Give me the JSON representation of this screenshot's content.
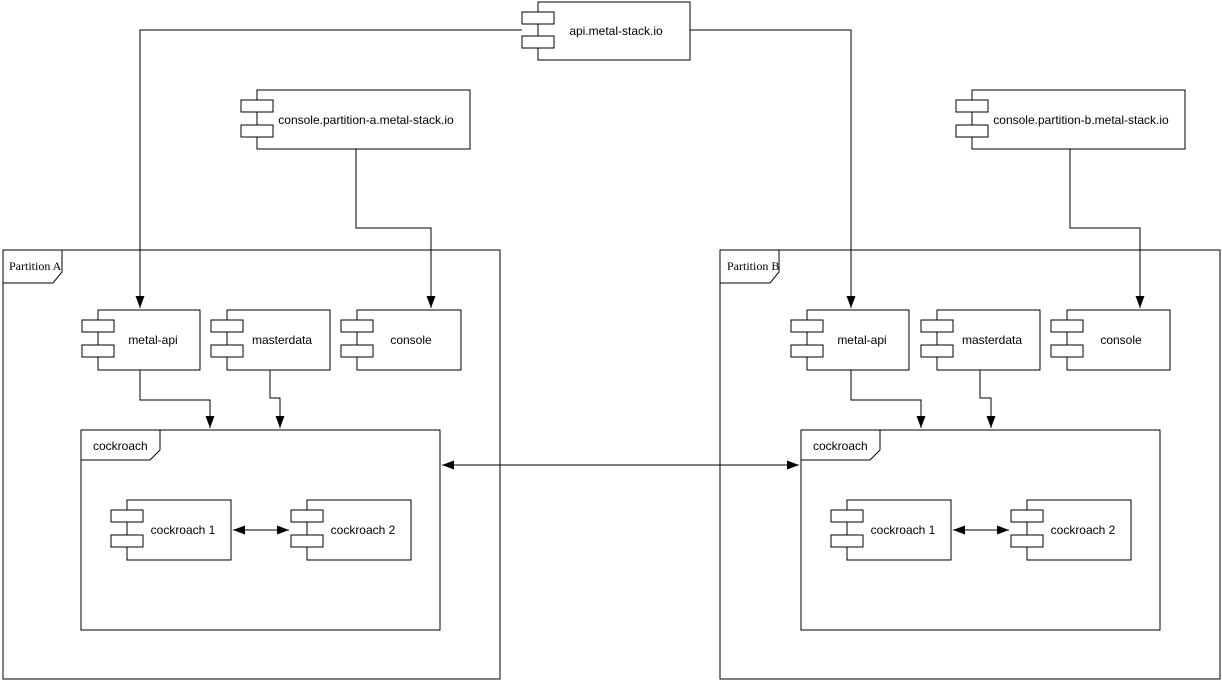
{
  "colors": {
    "background": "#ffffff",
    "stroke": "#000000",
    "text": "#000000"
  },
  "external_components": {
    "api": {
      "label": "api.metal-stack.io"
    },
    "console_partition_a": {
      "label": "console.partition-a.metal-stack.io"
    },
    "console_partition_b": {
      "label": "console.partition-b.metal-stack.io"
    }
  },
  "partitions": [
    {
      "label": "Partition A",
      "components": {
        "metal_api": {
          "label": "metal-api"
        },
        "masterdata": {
          "label": "masterdata"
        },
        "console": {
          "label": "console"
        }
      },
      "cockroach_group": {
        "label": "cockroach",
        "components": {
          "cockroach1": {
            "label": "cockroach 1"
          },
          "cockroach2": {
            "label": "cockroach 2"
          }
        }
      }
    },
    {
      "label": "Partition B",
      "components": {
        "metal_api": {
          "label": "metal-api"
        },
        "masterdata": {
          "label": "masterdata"
        },
        "console": {
          "label": "console"
        }
      },
      "cockroach_group": {
        "label": "cockroach",
        "components": {
          "cockroach1": {
            "label": "cockroach 1"
          },
          "cockroach2": {
            "label": "cockroach 2"
          }
        }
      }
    }
  ],
  "edges": [
    {
      "from": "api.metal-stack.io",
      "to": "Partition A metal-api",
      "type": "arrow"
    },
    {
      "from": "api.metal-stack.io",
      "to": "Partition B metal-api",
      "type": "arrow"
    },
    {
      "from": "console.partition-a.metal-stack.io",
      "to": "Partition A console",
      "type": "arrow"
    },
    {
      "from": "console.partition-b.metal-stack.io",
      "to": "Partition B console",
      "type": "arrow"
    },
    {
      "from": "Partition A metal-api",
      "to": "Partition A cockroach",
      "type": "arrow"
    },
    {
      "from": "Partition A masterdata",
      "to": "Partition A cockroach",
      "type": "arrow"
    },
    {
      "from": "Partition B metal-api",
      "to": "Partition B cockroach",
      "type": "arrow"
    },
    {
      "from": "Partition B masterdata",
      "to": "Partition B cockroach",
      "type": "arrow"
    },
    {
      "from": "Partition A cockroach",
      "to": "Partition B cockroach",
      "type": "double-arrow"
    },
    {
      "from": "Partition A cockroach 1",
      "to": "Partition A cockroach 2",
      "type": "double-arrow"
    },
    {
      "from": "Partition B cockroach 1",
      "to": "Partition B cockroach 2",
      "type": "double-arrow"
    }
  ]
}
